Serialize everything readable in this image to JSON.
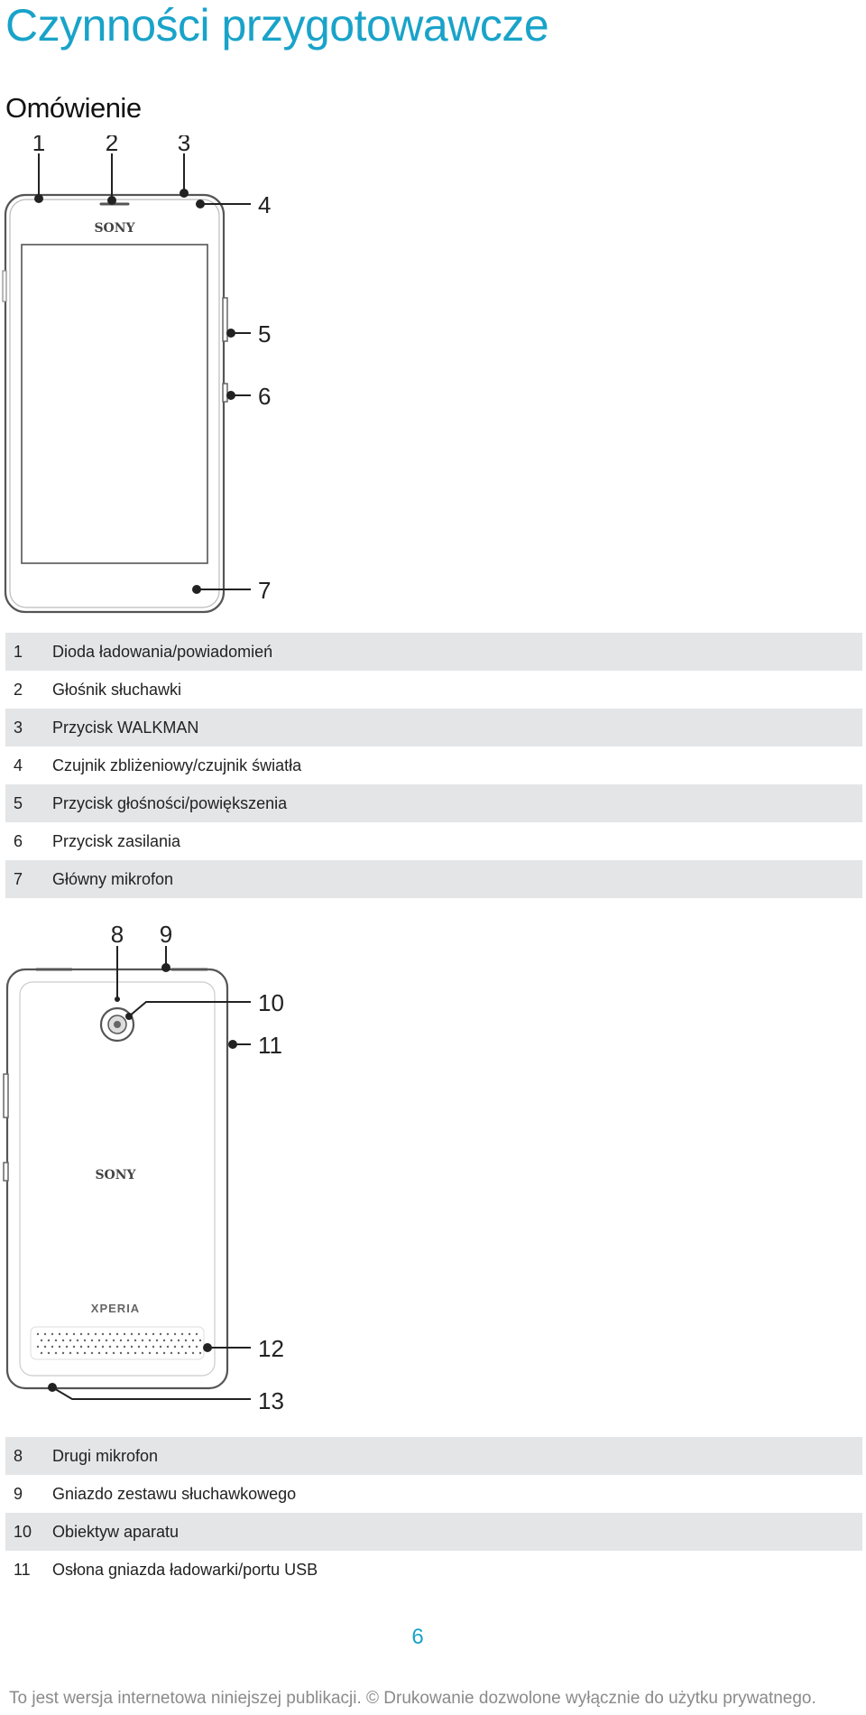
{
  "page": {
    "title": "Czynności przygotowawcze",
    "section_title": "Omówienie",
    "page_number": "6",
    "footer": "To jest wersja internetowa niniejszej publikacji. © Drukowanie dozwolone wyłącznie do użytku prywatnego."
  },
  "front_diagram": {
    "brand": "SONY",
    "callouts": [
      "1",
      "2",
      "3",
      "4",
      "5",
      "6",
      "7"
    ]
  },
  "front_legend": [
    {
      "num": "1",
      "label": "Dioda ładowania/powiadomień"
    },
    {
      "num": "2",
      "label": "Głośnik słuchawki"
    },
    {
      "num": "3",
      "label": "Przycisk WALKMAN"
    },
    {
      "num": "4",
      "label": "Czujnik zbliżeniowy/czujnik światła"
    },
    {
      "num": "5",
      "label": "Przycisk głośności/powiększenia"
    },
    {
      "num": "6",
      "label": "Przycisk zasilania"
    },
    {
      "num": "7",
      "label": "Główny mikrofon"
    }
  ],
  "back_diagram": {
    "brand": "SONY",
    "brand2": "XPERIA",
    "callouts": [
      "8",
      "9",
      "10",
      "11",
      "12",
      "13"
    ]
  },
  "back_legend": [
    {
      "num": "8",
      "label": "Drugi mikrofon"
    },
    {
      "num": "9",
      "label": "Gniazdo zestawu słuchawkowego"
    },
    {
      "num": "10",
      "label": "Obiektyw aparatu"
    },
    {
      "num": "11",
      "label": "Osłona gniazda ładowarki/portu USB"
    }
  ],
  "colors": {
    "accent": "#19a3c9",
    "row_shade": "#e4e5e7",
    "footer_text": "#8a8a8a"
  }
}
